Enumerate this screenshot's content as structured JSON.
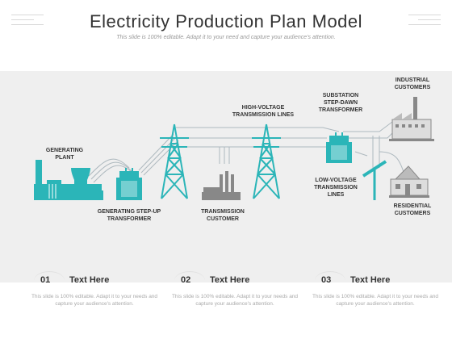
{
  "header": {
    "title": "Electricity Production Plan Model",
    "subtitle": "This slide is 100% editable. Adapt it to your need and capture your audience's attention."
  },
  "diagram": {
    "accent_color": "#2bb5b8",
    "line_color": "#aeb9bf",
    "building_color": "#888888",
    "labels": {
      "generating_plant": [
        "GENERATING",
        "PLANT"
      ],
      "step_up": [
        "GENERATING STEP-UP",
        "TRANSFORMER"
      ],
      "transmission_customer": [
        "TRANSMISSION",
        "CUSTOMER"
      ],
      "hv_lines": [
        "HIGH-VOLTAGE",
        "TRANSMISSION LINES"
      ],
      "substation": [
        "SUBSTATION",
        "STEP-DAWN",
        "TRANSFORMER"
      ],
      "industrial": [
        "INDUSTRIAL",
        "CUSTOMERS"
      ],
      "lv_lines": [
        "LOW-VOLTAGE",
        "TRANSMISSION",
        "LINES"
      ],
      "residential": [
        "RESIDENTIAL",
        "CUSTOMERS"
      ]
    }
  },
  "cards": [
    {
      "number": "01",
      "heading": "Text Here",
      "body": "This slide is 100% editable. Adapt it to your needs and capture your audience's attention."
    },
    {
      "number": "02",
      "heading": "Text Here",
      "body": "This slide is 100% editable. Adapt it to your needs and capture your audience's attention."
    },
    {
      "number": "03",
      "heading": "Text Here",
      "body": "This slide is 100% editable. Adapt it to your needs and capture your audience's attention."
    }
  ]
}
